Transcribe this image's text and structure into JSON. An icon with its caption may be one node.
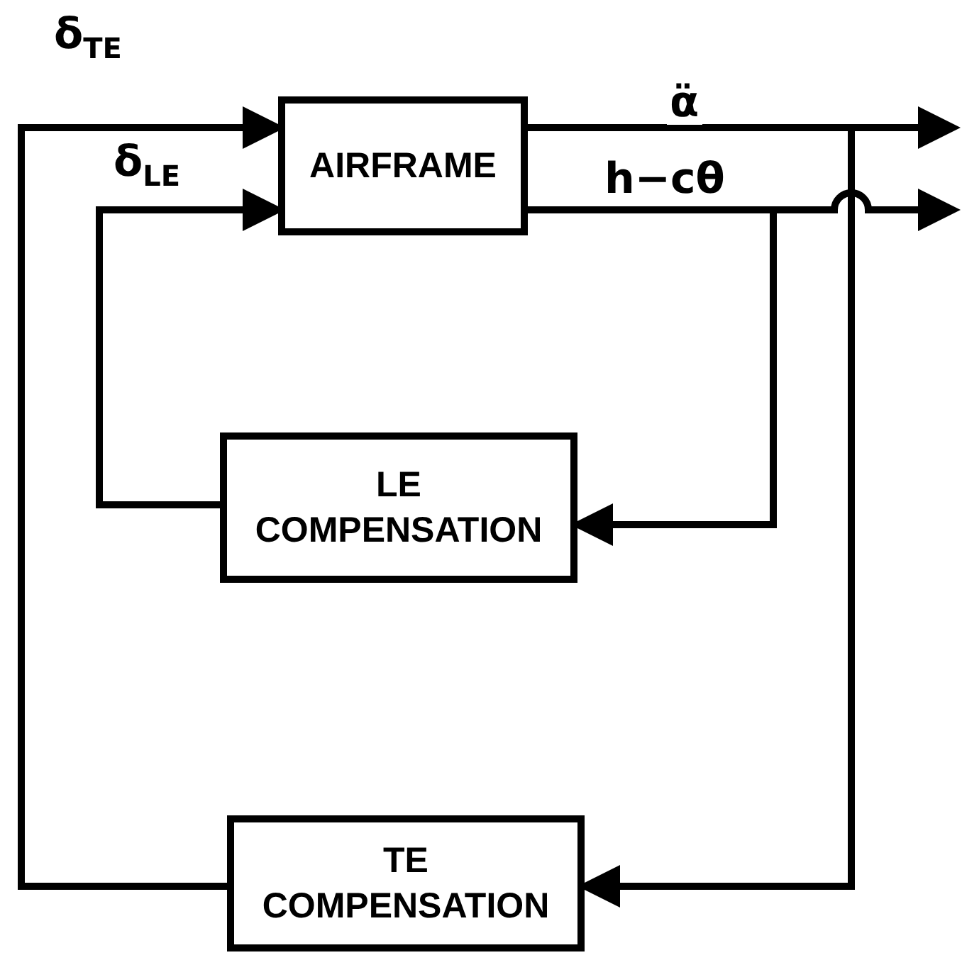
{
  "diagram": {
    "nodes": [
      {
        "text": [
          "AIRFRAME"
        ]
      },
      {
        "text": [
          "LE COMPENSATION"
        ]
      },
      {
        "text": [
          "TE COMPENSATION"
        ]
      }
    ],
    "edges": [
      {
        "from": 2,
        "to": 0,
        "arrow": "to",
        "label": "δ$_{TE}$"
      },
      {
        "from": 1,
        "to": 0,
        "arrow": "to",
        "label": "δ$_{LE}$"
      },
      {
        "from": 0,
        "to": null,
        "arrow": "to",
        "label": "α̈"
      },
      {
        "from": 0,
        "to": null,
        "arrow": "to",
        "label": "h−cθ"
      },
      {
        "from": 0,
        "to": 1,
        "arrow": "to"
      },
      {
        "from": 0,
        "to": 2,
        "arrow": "to"
      }
    ]
  }
}
